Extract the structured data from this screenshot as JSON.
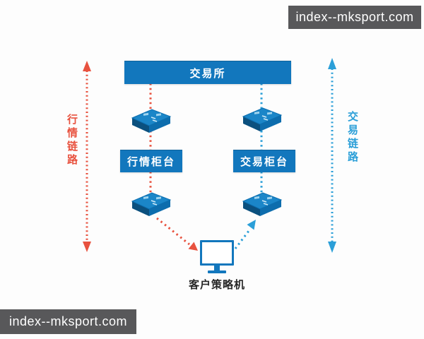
{
  "watermarks": {
    "top": "index--mksport.com",
    "bottom": "index--mksport.com"
  },
  "diagram": {
    "exchange_label": "交易所",
    "market_counter_label": "行情柜台",
    "trade_counter_label": "交易柜台",
    "client_label": "客户策略机",
    "market_link_label": "行情链路",
    "trade_link_label": "交易链路"
  },
  "icons": {
    "switch": "network-switch-icon",
    "monitor": "monitor-icon"
  },
  "colors": {
    "box-blue": "#1277bd",
    "red-link": "#e8523f",
    "blue-link": "#2b9fd8",
    "banner-gray": "#58585a"
  }
}
